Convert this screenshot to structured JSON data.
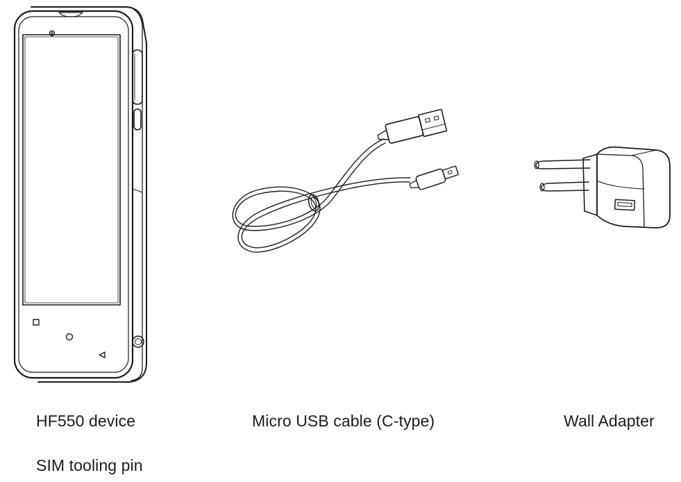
{
  "items": [
    {
      "id": "device",
      "label": "HF550 device",
      "icon": "handheld-device-illustration"
    },
    {
      "id": "cable",
      "label": "Micro USB cable (C-type)",
      "icon": "usb-cable-illustration"
    },
    {
      "id": "adapter",
      "label": "Wall Adapter",
      "icon": "wall-adapter-illustration"
    },
    {
      "id": "pin",
      "label": "SIM tooling pin"
    }
  ],
  "colors": {
    "line": "#1a1a1a",
    "background": "#ffffff"
  }
}
